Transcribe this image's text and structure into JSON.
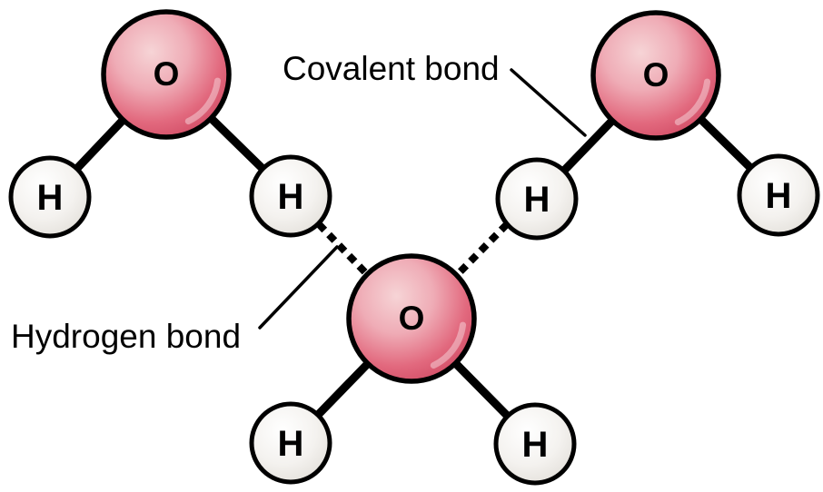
{
  "annotations": {
    "covalent_bond_label": "Covalent bond",
    "hydrogen_bond_label": "Hydrogen bond"
  },
  "molecules": [
    {
      "oxygen": "O",
      "hydrogens": [
        "H",
        "H"
      ]
    },
    {
      "oxygen": "O",
      "hydrogens": [
        "H",
        "H"
      ]
    },
    {
      "oxygen": "O",
      "hydrogens": [
        "H",
        "H"
      ]
    }
  ],
  "colors": {
    "oxygen_highlight": "#f6d4d6",
    "oxygen_mid": "#ea93a2",
    "oxygen_edge": "#ce4660",
    "hydrogen_highlight": "#ffffff",
    "hydrogen_edge": "#d9d5ce",
    "outline": "#000000",
    "label_text": "#000000",
    "background": "#ffffff"
  }
}
